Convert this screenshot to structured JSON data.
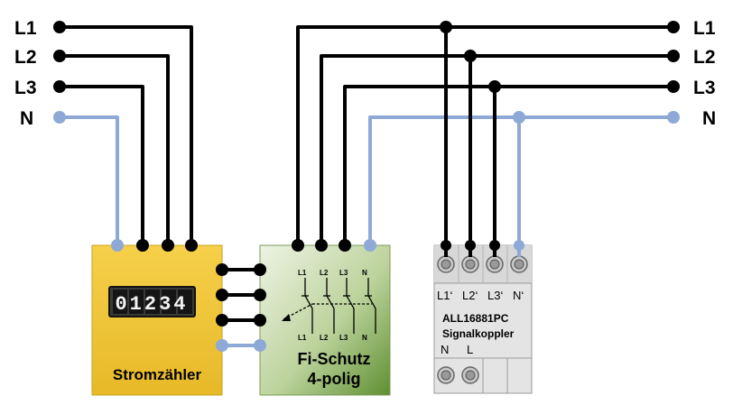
{
  "lines": {
    "left": [
      "L1",
      "L2",
      "L3",
      "N"
    ],
    "right": [
      "L1",
      "L2",
      "L3",
      "N"
    ]
  },
  "meter": {
    "label": "Stromzähler",
    "digits": "01234"
  },
  "rcd": {
    "title_line1": "Fi-Schutz",
    "title_line2": "4-polig",
    "top_terms": [
      "L1",
      "L2",
      "L3",
      "N"
    ],
    "bottom_terms": [
      "L1",
      "L2",
      "L3",
      "N"
    ]
  },
  "coupler": {
    "terminals": [
      "L1‘",
      "L2‘",
      "L3‘",
      "N‘"
    ],
    "model": "ALL16881PC",
    "name": "Signalkoppler",
    "bottom_terminals": [
      "N",
      "L"
    ]
  },
  "colors": {
    "phase": "#000000",
    "neutral": "#8fa9d6",
    "meter_fill": "#f2c93c",
    "rcd_fill_top": "#e4eed8",
    "rcd_fill_bottom": "#6c9a3c",
    "coupler_fill": "#e6e6e6"
  }
}
